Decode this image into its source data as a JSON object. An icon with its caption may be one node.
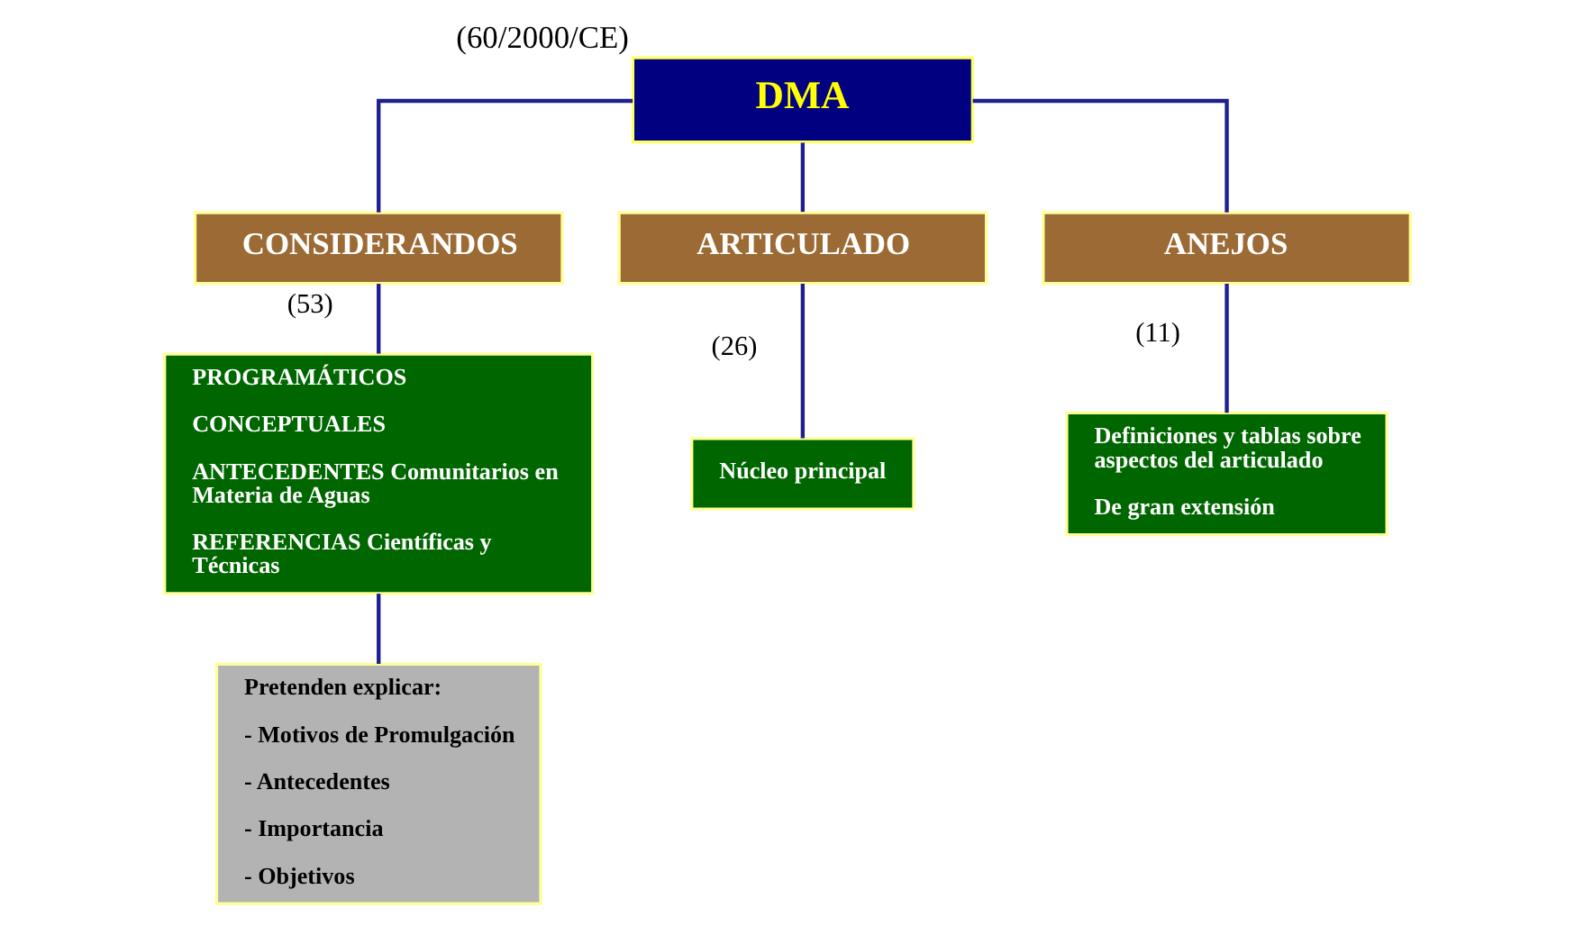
{
  "diagram": {
    "nodes": [
      {
        "text": [
          "DMA"
        ],
        "beside": [
          "(60/2000/CE)"
        ]
      },
      {
        "text": [
          "CONSIDERANDOS"
        ]
      },
      {
        "text": [
          "ARTICULADO"
        ]
      },
      {
        "text": [
          "ANEJOS"
        ]
      },
      {
        "text": [
          "PROGRAMÁTICOS",
          "CONCEPTUALES",
          "ANTECEDENTES Comunitarios en Materia de Aguas",
          "REFERENCIAS Científicas y Técnicas"
        ]
      },
      {
        "text": [
          "Núcleo principal"
        ]
      },
      {
        "text": [
          "Definiciones y tablas sobre aspectos del articulado",
          "De gran extensión"
        ]
      },
      {
        "text": [
          "Pretenden explicar:",
          "- Motivos de Promulgación",
          "- Antecedentes",
          "- Importancia",
          "- Objetivos"
        ]
      }
    ],
    "edges": [
      {
        "from": 0,
        "to": 1,
        "arrow": "none"
      },
      {
        "from": 0,
        "to": 2,
        "arrow": "none"
      },
      {
        "from": 0,
        "to": 3,
        "arrow": "none"
      },
      {
        "from": 1,
        "to": 4,
        "arrow": "none",
        "label": "(53)"
      },
      {
        "from": 2,
        "to": 5,
        "arrow": "none",
        "label": "(26)"
      },
      {
        "from": 3,
        "to": 6,
        "arrow": "none",
        "label": "(11)"
      },
      {
        "from": 4,
        "to": 7,
        "arrow": "none"
      }
    ]
  }
}
